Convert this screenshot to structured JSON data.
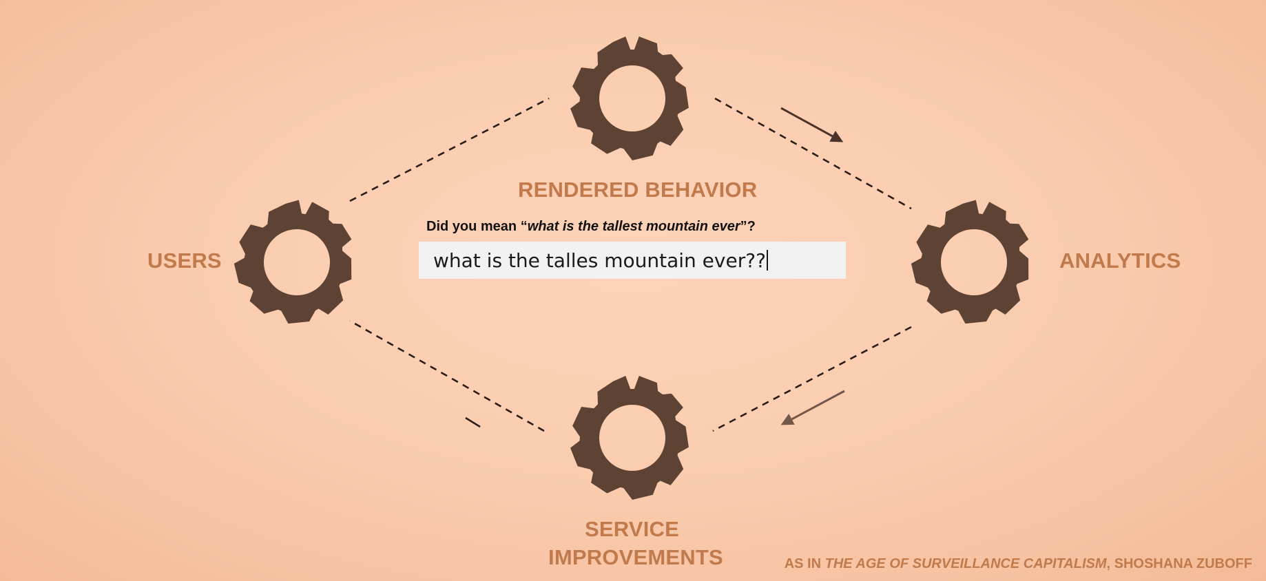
{
  "nodes": {
    "users": "USERS",
    "rendered_behavior": "RENDERED BEHAVIOR",
    "analytics": "ANALYTICS",
    "service_line1": "SERVICE",
    "service_line2": "IMPROVEMENTS"
  },
  "suggestion": {
    "prefix": "Did you mean “",
    "query": "what is the tallest mountain ever",
    "suffix": "”?"
  },
  "search": {
    "value": "what is the talles mountain ever??"
  },
  "credit": {
    "prefix": "AS IN ",
    "title": "THE AGE OF SURVEILLANCE CAPITALISM",
    "suffix": ", SHOSHANA ZUBOFF"
  },
  "colors": {
    "gear": "#5e4233",
    "label": "#c17a4c",
    "background": "#fbcdb0"
  },
  "icons": [
    "gear-icon",
    "arrow-icon"
  ]
}
